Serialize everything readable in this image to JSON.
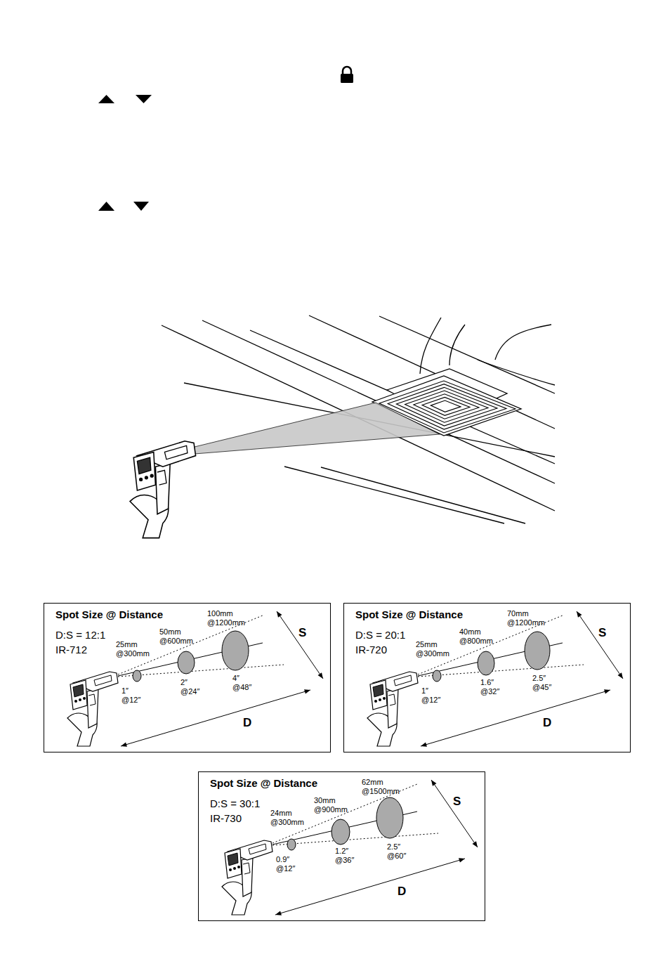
{
  "diagram": {
    "nodes": [
      {
        "text": [
          "Spot Size @ Distance",
          "D:S = 12:1",
          "IR-712",
          "25mm @300mm",
          "50mm @600mm",
          "100mm @1200mm",
          "1″ @12″",
          "2″ @24″",
          "4″ @48″",
          "S",
          "D"
        ]
      },
      {
        "text": [
          "Spot Size @ Distance",
          "D:S = 20:1",
          "IR-720",
          "25mm @300mm",
          "40mm @800mm",
          "70mm @1200mm",
          "1″ @12″",
          "1.6″ @32″",
          "2.5″ @45″",
          "S",
          "D"
        ]
      },
      {
        "text": [
          "Spot Size @ Distance",
          "D:S = 30:1",
          "IR-730",
          "24mm @300mm",
          "30mm @900mm",
          "62mm @1500mm",
          "0.9″ @12″",
          "1.2″ @36″",
          "2.5″ @60″",
          "S",
          "D"
        ]
      }
    ]
  }
}
